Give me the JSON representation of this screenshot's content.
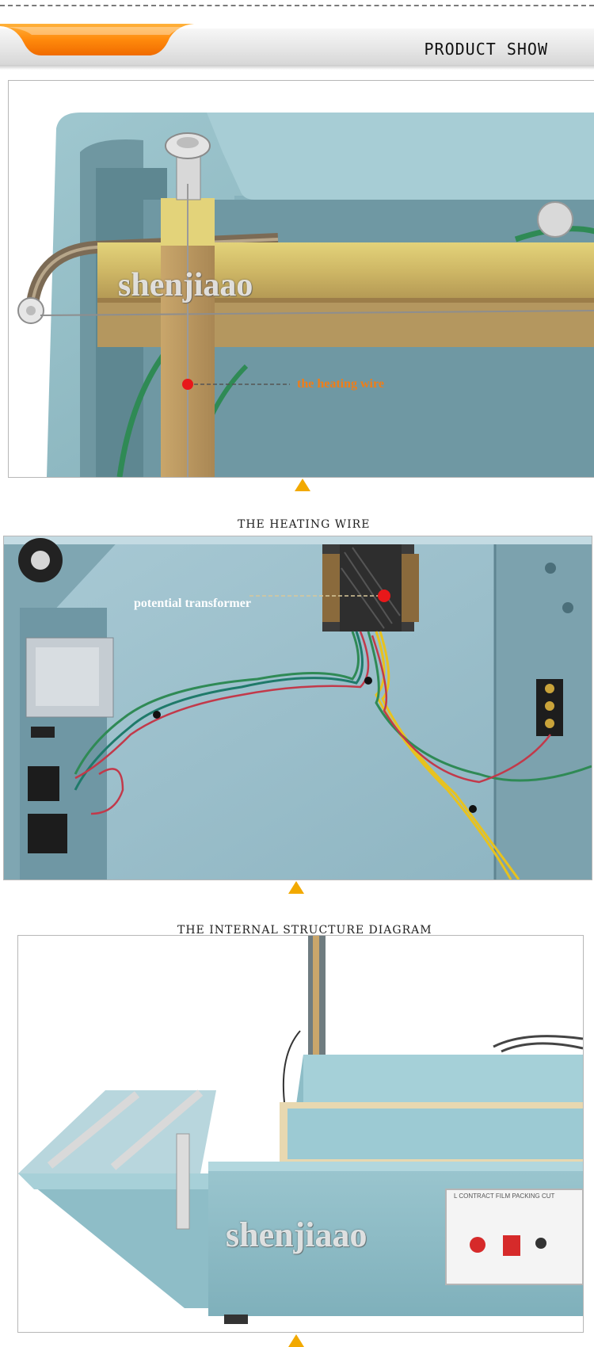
{
  "header": {
    "title": "PRODUCT SHOW"
  },
  "sections": [
    {
      "watermark": "shenjiaao",
      "callout": "the heating wire",
      "caption": "THE HEATING WIRE"
    },
    {
      "callout": "potential transformer",
      "caption": "THE INTERNAL STRUCTURE DIAGRAM"
    },
    {
      "watermark": "shenjiaao",
      "panel_text": "L CONTRACT FILM PACKING CUT"
    }
  ],
  "colors": {
    "accent_orange": "#f07d17",
    "arrow_yellow": "#f2a900",
    "machine_blue": "#8fbcc6"
  }
}
